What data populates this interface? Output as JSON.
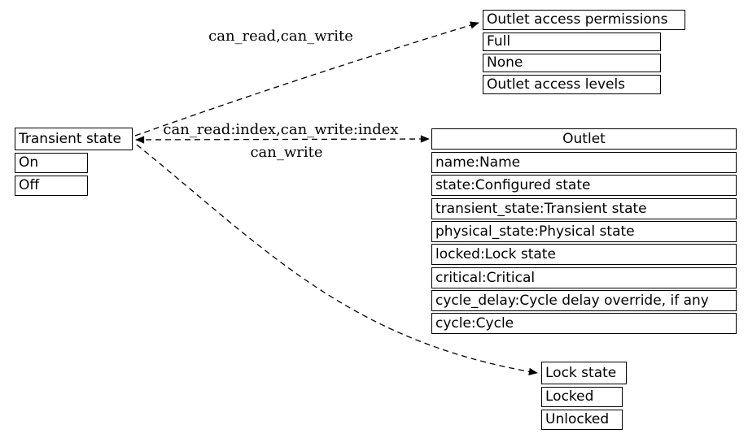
{
  "diagram": {
    "background": "#ffffff",
    "stroke_color": "#000000",
    "line_style": "dashed"
  },
  "nodes": {
    "transient_state": {
      "header": "Transient state",
      "rows": [
        "On",
        "Off"
      ]
    },
    "outlet_access_permissions": {
      "header": "Outlet access permissions",
      "rows": [
        "Full",
        "None",
        "Outlet access levels"
      ]
    },
    "outlet": {
      "header": "Outlet",
      "rows": [
        "name:Name",
        "state:Configured state",
        "transient_state:Transient state",
        "physical_state:Physical state",
        "locked:Lock state",
        "critical:Critical",
        "cycle_delay:Cycle delay override, if any",
        "cycle:Cycle"
      ]
    },
    "lock_state": {
      "header": "Lock state",
      "rows": [
        "Locked",
        "Unlocked"
      ]
    }
  },
  "edge_labels": {
    "to_permissions": "can_read,can_write",
    "to_outlet_line1": "can_read:index,can_write:index",
    "to_outlet_line2": "can_write"
  }
}
